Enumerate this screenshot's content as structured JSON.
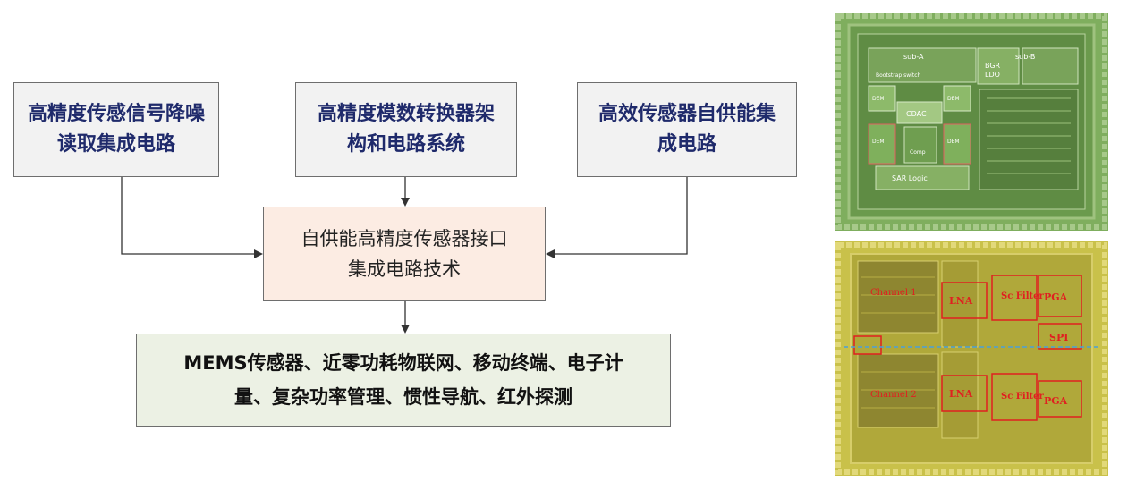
{
  "diagram": {
    "top_boxes": [
      {
        "lines": [
          "高精度传感信号降噪",
          "读取集成电路"
        ]
      },
      {
        "lines": [
          "高精度模数转换器架",
          "构和电路系统"
        ]
      },
      {
        "lines": [
          "高效传感器自供能集",
          "成电路"
        ]
      }
    ],
    "center_box": {
      "lines": [
        "自供能高精度传感器接口",
        "集成电路技术"
      ]
    },
    "bottom_box": {
      "lines": [
        "MEMS传感器、近零功耗物联网、移动终端、电子计",
        "量、复杂功率管理、惯性导航、红外探测"
      ]
    }
  },
  "chip_photos": {
    "top": {
      "labels": [
        "sub-A",
        "sub-B",
        "BGR",
        "LDO",
        "Bootstrap switch",
        "DEM",
        "DEM",
        "CDAC",
        "DEM",
        "DEM",
        "Comp",
        "SAR Logic"
      ]
    },
    "bottom": {
      "labels": [
        "Channel 1",
        "LNA",
        "Sc Filter",
        "PGA",
        "SPI",
        "Channel 2",
        "LNA",
        "Sc Filter",
        "PGA"
      ]
    }
  },
  "colors": {
    "top_title": "#1f2a6b",
    "center_bg": "#fcece3",
    "bottom_bg": "#ecf1e4",
    "top_bg": "#f2f2f2",
    "chip_label_red": "#e02020"
  }
}
